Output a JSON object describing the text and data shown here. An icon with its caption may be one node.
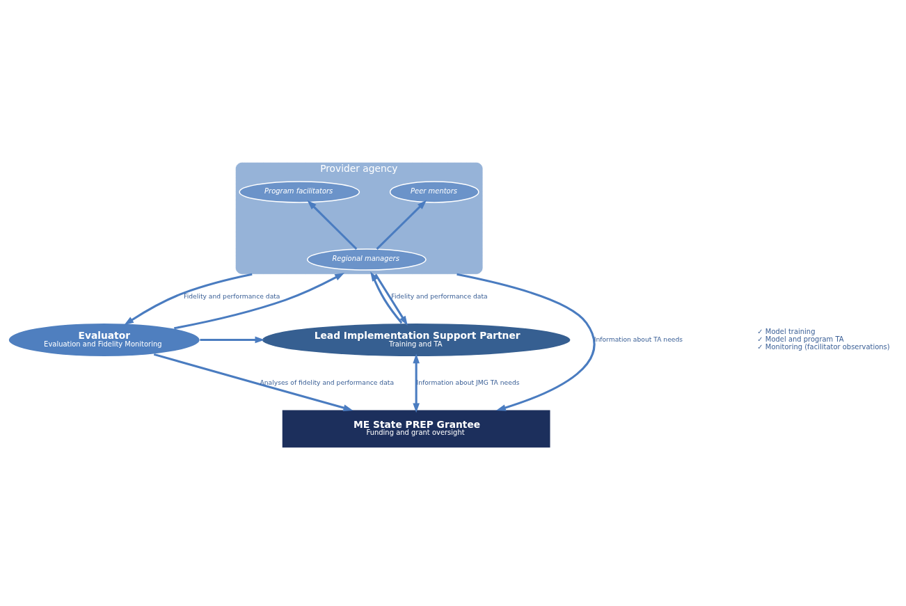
{
  "diagram": {
    "nodes": [
      {
        "text": [
          "Provider agency"
        ]
      },
      {
        "text": [
          "Peer mentors"
        ],
        "in": 0
      },
      {
        "text": [
          "Program facilitators"
        ],
        "in": 0
      },
      {
        "text": [
          "Regional managers"
        ],
        "in": 0
      },
      {
        "text": [
          "Evaluator",
          "Evaluation and Fidelity Monitoring"
        ]
      },
      {
        "text": [
          "Lead Implementation Support Partner",
          "Training and TA"
        ]
      },
      {
        "text": [
          "ME State PREP Grantee",
          "Funding and grant oversight"
        ]
      }
    ],
    "edges": [
      {
        "from": 0,
        "to": 4,
        "arrow": "to",
        "label": "Fidelity and performance data"
      },
      {
        "from": 4,
        "to": 6,
        "arrow": "to",
        "label": "Analyses of fidelity and performance data"
      },
      {
        "from": 4,
        "to": 5,
        "arrow": "to"
      },
      {
        "from": 4,
        "to": 0,
        "arrow": "to"
      },
      {
        "from": 3,
        "to": 1,
        "arrow": "to"
      },
      {
        "from": 3,
        "to": 2,
        "arrow": "to"
      },
      {
        "from": 5,
        "to": 0,
        "arrow": "to"
      },
      {
        "from": 0,
        "to": 5,
        "arrow": "to",
        "label": "Fidelity and performance data"
      },
      {
        "from": 5,
        "to": 6,
        "arrow": "both",
        "label": "Information about JMG TA needs"
      },
      {
        "from": 0,
        "to": 6,
        "arrow": "to",
        "label": "Information about TA needs"
      }
    ],
    "labels": [
      "✓ Model training",
      "✓ Model and program TA",
      "✓ Monitoring (facilitator observations)"
    ]
  }
}
